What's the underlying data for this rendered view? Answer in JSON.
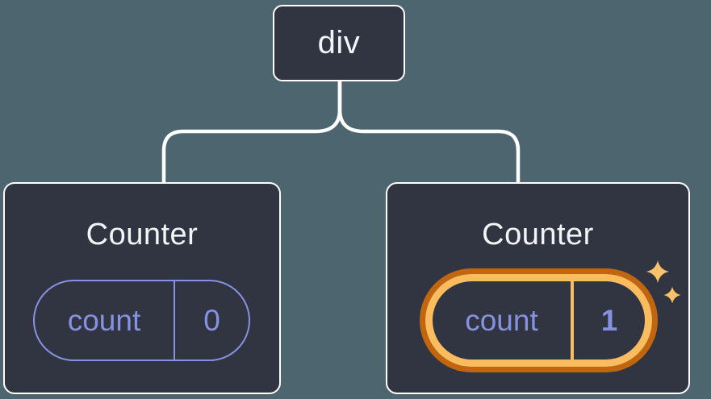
{
  "tree": {
    "root": {
      "label": "div"
    },
    "children": [
      {
        "title": "Counter",
        "highlighted": false,
        "state": {
          "name": "count",
          "value": "0"
        }
      },
      {
        "title": "Counter",
        "highlighted": true,
        "state": {
          "name": "count",
          "value": "1"
        }
      }
    ]
  },
  "colors": {
    "background": "#4D656E",
    "node_fill": "#303541",
    "node_border": "#FFFFFF",
    "text_primary": "#F3F4F6",
    "state_purple": "#8791E1",
    "highlight_orange_light": "#FBBC60",
    "highlight_orange_dark": "#C1660E",
    "sparkle": "#FBC26B",
    "connector": "#FFFFFF"
  },
  "icons": {
    "sparkles": "sparkles-icon"
  }
}
